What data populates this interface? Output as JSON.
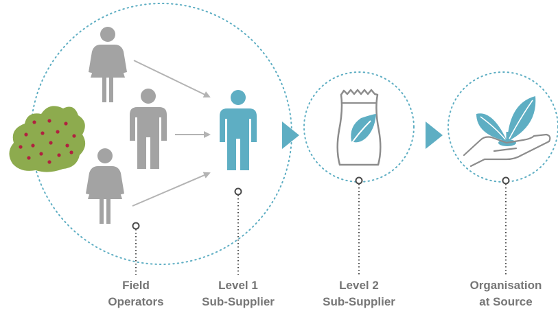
{
  "colors": {
    "person_gray": "#a3a3a3",
    "arrow_gray": "#b3b3b3",
    "accent_blue": "#5eaec3",
    "dotted_circle": "#5eaec3",
    "leader_line": "#4a4a4a",
    "bush_green": "#8dab4e",
    "berry_red": "#b0213f",
    "label_gray": "#767676",
    "outline_gray": "#8c8c8c"
  },
  "stages": [
    {
      "id": "field-operators",
      "line1": "Field",
      "line2": "Operators"
    },
    {
      "id": "level1",
      "line1": "Level 1",
      "line2": "Sub-Supplier"
    },
    {
      "id": "level2",
      "line1": "Level 2",
      "line2": "Sub-Supplier"
    },
    {
      "id": "source",
      "line1": "Organisation",
      "line2": "at Source"
    }
  ],
  "icons": {
    "crop": "berry-bush-icon",
    "field_worker_female": "female-person-icon",
    "field_worker_male": "male-person-icon",
    "level1": "male-person-icon",
    "level2": "leaf-sack-icon",
    "source": "hand-with-sprout-icon",
    "flow": "triangle-arrow-icon"
  }
}
